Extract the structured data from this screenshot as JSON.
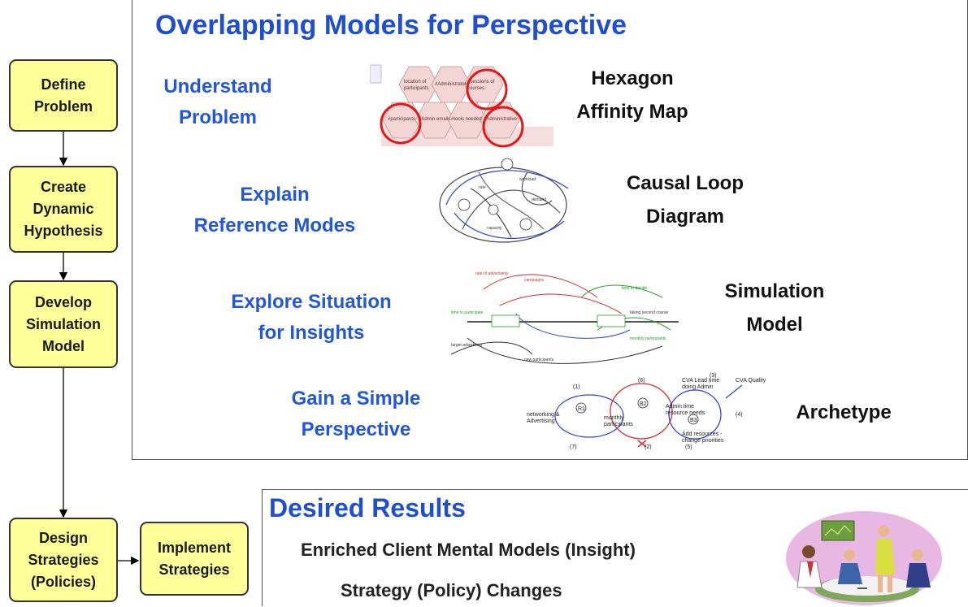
{
  "process_steps": [
    {
      "label": "Define\nProblem"
    },
    {
      "label": "Create\nDynamic\nHypothesis"
    },
    {
      "label": "Develop\nSimulation\nModel"
    },
    {
      "label": "Design\nStrategies\n(Policies)"
    },
    {
      "label": "Implement\nStrategies"
    }
  ],
  "models_panel": {
    "title": "Overlapping Models for Perspective",
    "rows": [
      {
        "purpose": "Understand\nProblem",
        "model": "Hexagon\nAffinity Map"
      },
      {
        "purpose": "Explain\nReference Modes",
        "model": "Causal Loop\nDiagram"
      },
      {
        "purpose": "Explore Situation\nfor Insights",
        "model": "Simulation\nModel"
      },
      {
        "purpose": "Gain a Simple\nPerspective",
        "model": "Archetype"
      }
    ]
  },
  "archetype_diagram": {
    "nodes": [
      "networking &\nAdvertising",
      "monthly\nparticipants",
      "Admin time\nresource needs",
      "CVA Lead time\ndoing Admin",
      "CVA Quality",
      "Add resources -\nchange priorities"
    ],
    "loops": [
      "R1",
      "B2",
      "B3"
    ],
    "links": [
      "(1)",
      "(2)",
      "(3)",
      "(4)",
      "(5)",
      "(6)",
      "(7)"
    ]
  },
  "results_panel": {
    "title": "Desired Results",
    "items": [
      "Enriched Client Mental Models (Insight)",
      "Strategy (Policy) Changes"
    ]
  },
  "colors": {
    "step_fill": "#ffff99",
    "title_blue": "#1f4fcf",
    "label_blue": "#2357d6"
  }
}
